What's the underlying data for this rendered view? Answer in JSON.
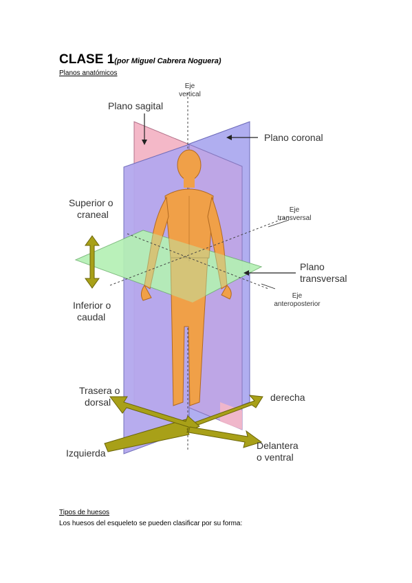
{
  "header": {
    "title": "CLASE 1",
    "author": "(por Miguel Cabrera Noguera)"
  },
  "sections": {
    "planos": "Planos anatómicos",
    "tipos": "Tipos de huesos",
    "tipos_text": "Los huesos del esqueleto se pueden clasificar por su forma:"
  },
  "figure": {
    "labels": {
      "eje_vertical_1": "Eje",
      "eje_vertical_2": "vertical",
      "plano_sagital": "Plano sagital",
      "plano_coronal": "Plano coronal",
      "superior_1": "Superior o",
      "superior_2": "craneal",
      "eje_transversal_1": "Eje",
      "eje_transversal_2": "transversal",
      "plano_transversal_1": "Plano",
      "plano_transversal_2": "transversal",
      "inferior_1": "Inferior o",
      "inferior_2": "caudal",
      "eje_antero_1": "Eje",
      "eje_antero_2": "anteroposterior",
      "trasera_1": "Trasera o",
      "trasera_2": "dorsal",
      "derecha": "derecha",
      "izquierda": "Izquierda",
      "delantera_1": "Delantera",
      "delantera_2": "o ventral"
    },
    "colors": {
      "sagittal_plane": "#f4b8c8",
      "coronal_plane": "#b0aef0",
      "transverse_plane": "#b4f0b4",
      "body_skin": "#f0a048",
      "arrow_olive": "#a8a018"
    }
  }
}
